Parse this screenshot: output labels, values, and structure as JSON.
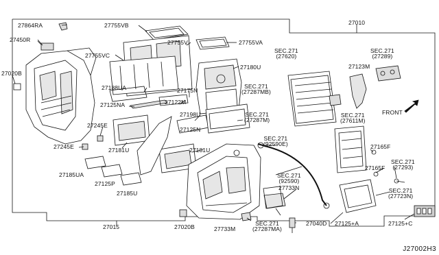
{
  "labels": {
    "p27864RA": "27864RA",
    "p27755VB": "27755VB",
    "p27010": "27010",
    "p27450R": "27450R",
    "p27755V": "27755V",
    "p27755VA": "27755VA",
    "p27755VC": "27755VC",
    "p27020B_top": "27020B",
    "p27180U": "27180U",
    "sec27620_a": "SEC.271",
    "sec27620_b": "(27620)",
    "sec27289_a": "SEC.271",
    "sec27289_b": "(27289)",
    "p27123M": "27123M",
    "p27188UA": "27188UA",
    "p27175N": "27175N",
    "sec27287MB_a": "SEC.271",
    "sec27287MB_b": "(27287MB)",
    "p27122M": "27122M",
    "p27125NA": "27125NA",
    "p27198U": "27198U",
    "sec27287M_a": "SEC.271",
    "sec27287M_b": "(27287M)",
    "sec27611M_a": "SEC.271",
    "sec27611M_b": "(27611M)",
    "front": "FRONT",
    "p27245E_a": "27245E",
    "p27125N": "27125N",
    "sec92590E_a": "SEC.271",
    "sec92590E_b": "(92590E)",
    "p27245E_b": "27245E",
    "p27181U_a": "27181U",
    "p27181U_b": "27181U",
    "p27165F_top": "27165F",
    "sec27293_a": "SEC.271",
    "sec27293_b": "(27293)",
    "p27165F": "27165F",
    "sec92590_a": "SEC.271",
    "sec92590_b": "(92590)",
    "p27185UA": "27185UA",
    "p27125P": "27125P",
    "p27733N": "27733N",
    "sec27723N_a": "SEC.271",
    "sec27723N_b": "(27723N)",
    "p27185U": "27185U",
    "p27015": "27015",
    "p27020B_bottom": "27020B",
    "p27733M": "27733M",
    "sec27287MA_a": "SEC.271",
    "sec27287MA_b": "(27287MA)",
    "p27040D": "27040D",
    "p27125A": "27125+A",
    "p27125C": "27125+C",
    "diagram_code": "J27002H3"
  },
  "colors": {
    "ink": "#111111",
    "paper": "#ffffff",
    "shade": "#cfcfcf"
  }
}
